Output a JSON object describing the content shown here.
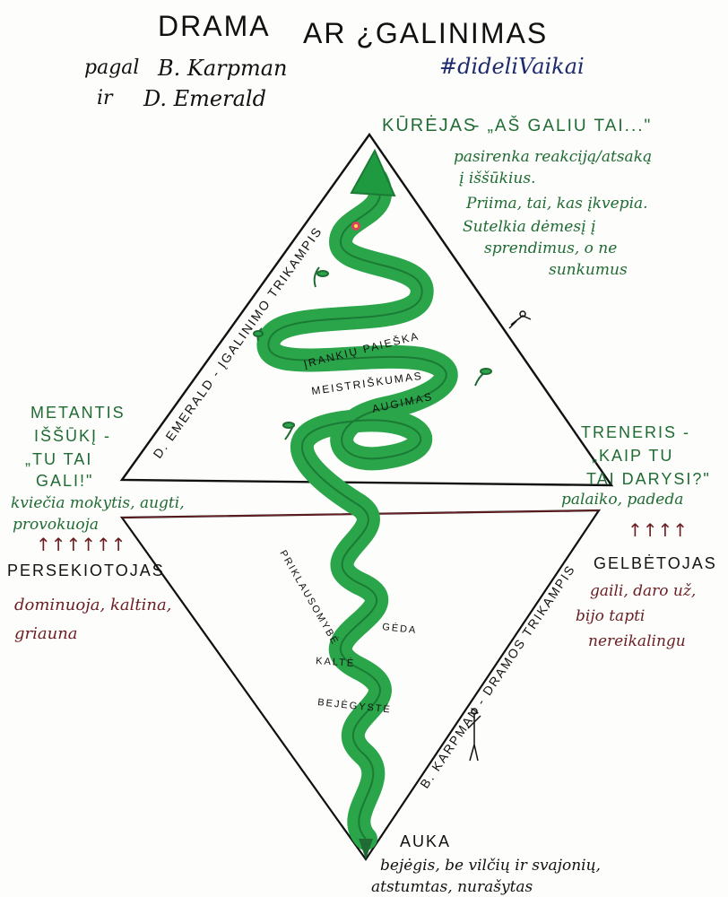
{
  "title": {
    "left": "DRAMA",
    "right": "AR ¿GALINIMAS",
    "credit_prefix_1": "pagal",
    "credit_name_1": "B. Karpman",
    "credit_prefix_2": "ir",
    "credit_name_2": "D. Emerald",
    "hashtag": "#dideliVaikai"
  },
  "upper_triangle": {
    "side_label": "D. EMERALD - ĮGALINIMO TRIKAMPIS",
    "top_role": {
      "name": "KŪRĖJAS",
      "quote": "- „AŠ GALIU TAI...\"",
      "lines": [
        "pasirenka reakciją/atsaką",
        "į iššūkius.",
        "Priima, tai, kas įkvepia.",
        "Sutelkia dėmesį į",
        "sprendimus, o ne",
        "sunkumus"
      ]
    },
    "left_role": {
      "lines_caps": [
        "METANTIS",
        "IŠŠŪKĮ -",
        "„TU TAI",
        "GALI!\""
      ],
      "lines": [
        "kviečia mokytis, augti,",
        "provokuoja"
      ]
    },
    "right_role": {
      "lines_caps": [
        "TRENERIS -",
        "„KAIP TU",
        "TAI DARYSI?\""
      ],
      "lines": [
        "palaiko, padeda"
      ]
    },
    "path_labels": [
      "ĮRANKIŲ PAIEŠKA",
      "MEISTRIŠKUMAS",
      "AUGIMAS"
    ]
  },
  "lower_triangle": {
    "side_label": "B. KARPMAN - DRAMOS TRIKAMPIS",
    "left_role": {
      "name": "PERSEKIOTOJAS",
      "lines": [
        "dominuoja, kaltina,",
        "griauna"
      ]
    },
    "right_role": {
      "name": "GELBĖTOJAS",
      "lines": [
        "gaili, daro už,",
        "bijo tapti",
        "nereikalingu"
      ]
    },
    "bottom_role": {
      "name": "AUKA",
      "lines": [
        "bejėgis, be vilčių ir svajonių,",
        "atstumtas, nurašytas"
      ]
    },
    "path_labels": [
      "PRIKLAUSOMYBĖ",
      "GĖDA",
      "KALTĖ",
      "BEJĖGYSTĖ"
    ]
  },
  "arrows_symbol": "↑↑↑↑↑↑",
  "arrows_symbol_right": "↑↑↑↑",
  "colors": {
    "green_ink": "#1f6b33",
    "green_path": "#2aa54a",
    "dark_path": "#1b7a34",
    "black_ink": "#1a1a1a",
    "navy_ink": "#1d2a6b",
    "red_ink": "#6a1d22",
    "flower": "#e04060"
  },
  "icons": [
    "sprout-icon",
    "flower-icon",
    "person-figure-icon",
    "climber-figure-icon"
  ]
}
